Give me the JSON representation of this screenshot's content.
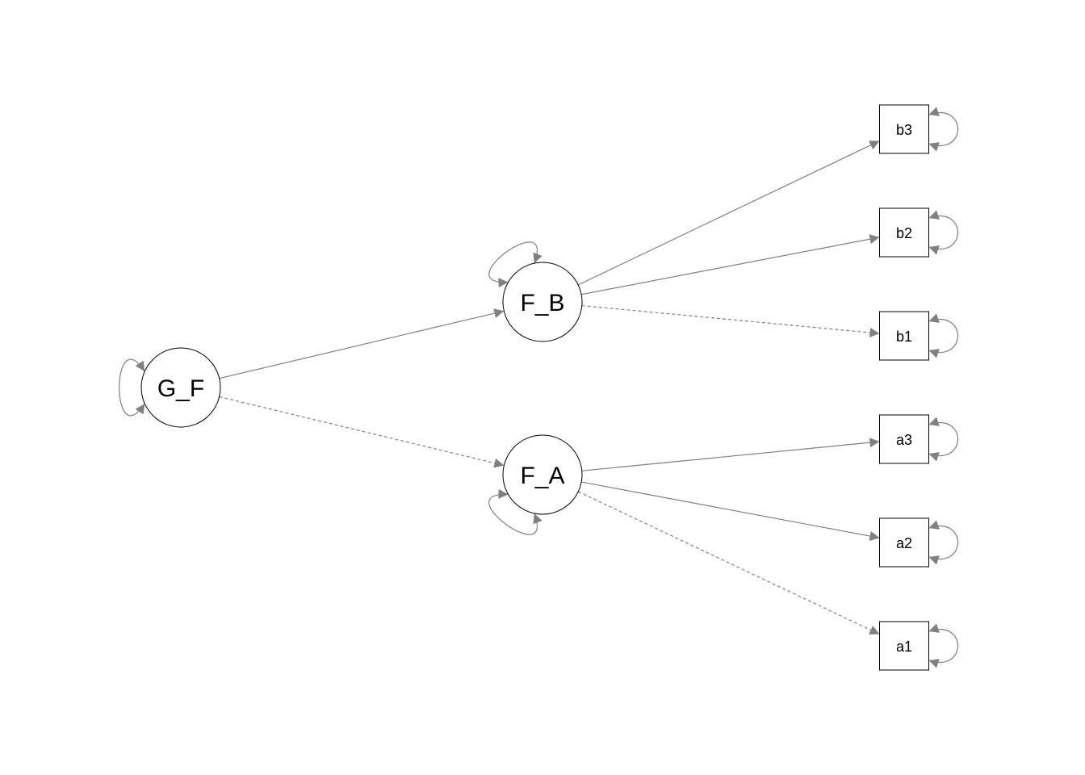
{
  "diagram": {
    "type": "path-diagram",
    "edge_color": "#808080",
    "node_stroke": "#000000",
    "nodes": [
      {
        "id": "G_F",
        "label": "G_F",
        "kind": "latent"
      },
      {
        "id": "F_B",
        "label": "F_B",
        "kind": "latent"
      },
      {
        "id": "F_A",
        "label": "F_A",
        "kind": "latent"
      },
      {
        "id": "b3",
        "label": "b3",
        "kind": "manifest"
      },
      {
        "id": "b2",
        "label": "b2",
        "kind": "manifest"
      },
      {
        "id": "b1",
        "label": "b1",
        "kind": "manifest"
      },
      {
        "id": "a3",
        "label": "a3",
        "kind": "manifest"
      },
      {
        "id": "a2",
        "label": "a2",
        "kind": "manifest"
      },
      {
        "id": "a1",
        "label": "a1",
        "kind": "manifest"
      }
    ],
    "edges": [
      {
        "from": "G_F",
        "to": "F_B",
        "style": "solid"
      },
      {
        "from": "G_F",
        "to": "F_A",
        "style": "dashed"
      },
      {
        "from": "F_B",
        "to": "b3",
        "style": "solid"
      },
      {
        "from": "F_B",
        "to": "b2",
        "style": "solid"
      },
      {
        "from": "F_B",
        "to": "b1",
        "style": "dashed"
      },
      {
        "from": "F_A",
        "to": "a3",
        "style": "solid"
      },
      {
        "from": "F_A",
        "to": "a2",
        "style": "solid"
      },
      {
        "from": "F_A",
        "to": "a1",
        "style": "dashed"
      }
    ],
    "self_loops": [
      "G_F",
      "F_B",
      "F_A",
      "b3",
      "b2",
      "b1",
      "a3",
      "a2",
      "a1"
    ]
  }
}
